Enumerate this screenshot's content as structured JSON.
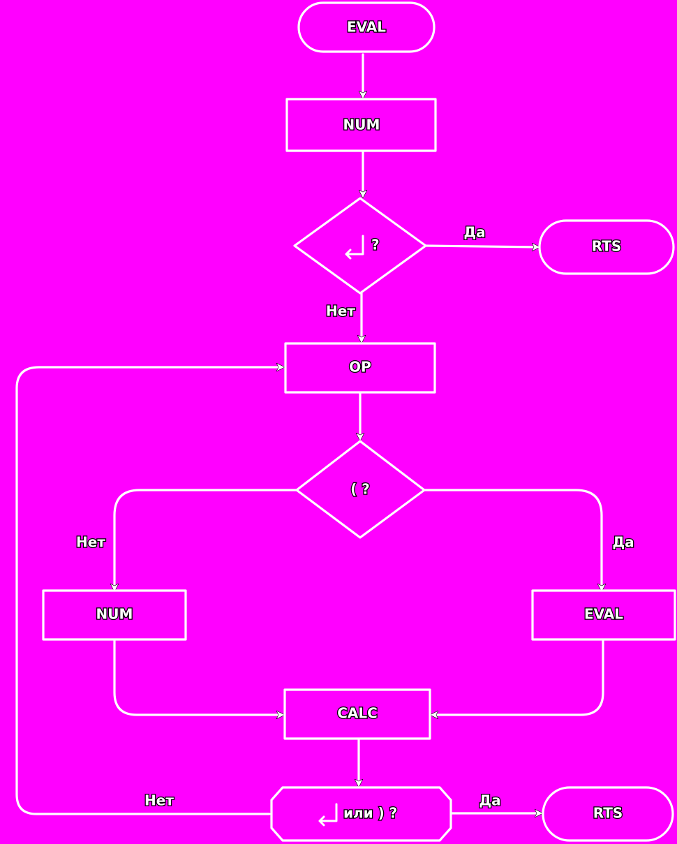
{
  "diagram": {
    "nodes": {
      "start_eval": {
        "label": "EVAL",
        "shape": "terminator"
      },
      "num_1": {
        "label": "NUM",
        "shape": "process"
      },
      "decision_enter": {
        "label": "?",
        "icon": "enter-return-icon",
        "shape": "decision"
      },
      "rts_1": {
        "label": "RTS",
        "shape": "terminator"
      },
      "op": {
        "label": "OP",
        "shape": "process"
      },
      "decision_paren": {
        "label": "( ?",
        "shape": "decision"
      },
      "num_2": {
        "label": "NUM",
        "shape": "process"
      },
      "eval_2": {
        "label": "EVAL",
        "shape": "process"
      },
      "calc": {
        "label": "CALC",
        "shape": "process"
      },
      "decision_end": {
        "label": "или ) ?",
        "icon": "enter-return-icon",
        "shape": "decision"
      },
      "rts_2": {
        "label": "RTS",
        "shape": "terminator"
      }
    },
    "edges": [
      {
        "from": "start_eval",
        "to": "num_1",
        "label": ""
      },
      {
        "from": "num_1",
        "to": "decision_enter",
        "label": ""
      },
      {
        "from": "decision_enter",
        "to": "rts_1",
        "label": "Да"
      },
      {
        "from": "decision_enter",
        "to": "op",
        "label": "Нет"
      },
      {
        "from": "op",
        "to": "decision_paren",
        "label": ""
      },
      {
        "from": "decision_paren",
        "to": "num_2",
        "label": "Нет"
      },
      {
        "from": "decision_paren",
        "to": "eval_2",
        "label": "Да"
      },
      {
        "from": "num_2",
        "to": "calc",
        "label": ""
      },
      {
        "from": "eval_2",
        "to": "calc",
        "label": ""
      },
      {
        "from": "calc",
        "to": "decision_end",
        "label": ""
      },
      {
        "from": "decision_end",
        "to": "rts_2",
        "label": "Да"
      },
      {
        "from": "decision_end",
        "to": "op",
        "label": "Нет"
      }
    ]
  },
  "colors": {
    "background": "#ff00ff",
    "stroke": "#ffffff",
    "text_outline": "#000000"
  }
}
